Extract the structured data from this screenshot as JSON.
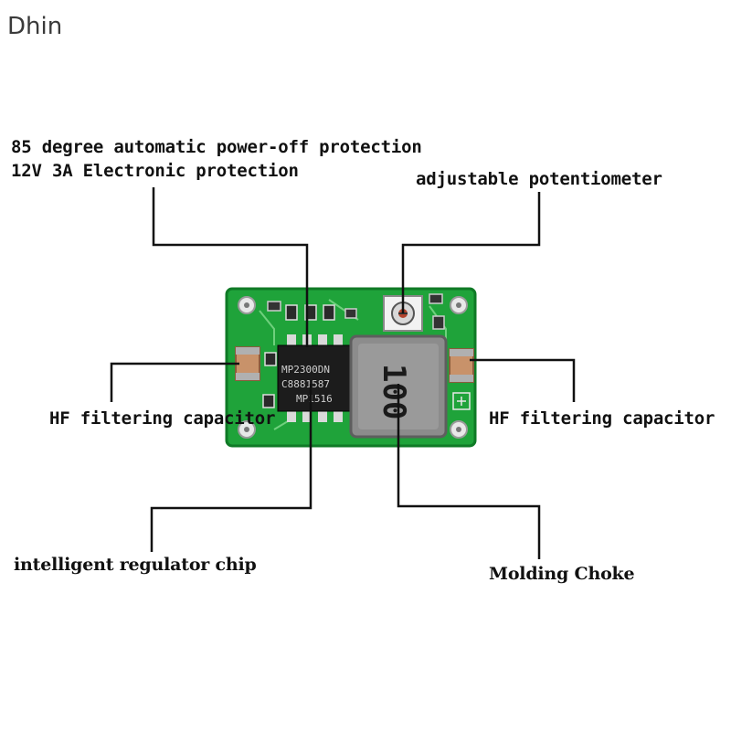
{
  "brand": "Dhin",
  "labels": {
    "protection_line1": "85 degree automatic power-off protection",
    "protection_line2": "12V 3A Electronic protection",
    "potentiometer": "adjustable potentiometer",
    "capacitor_left": "HF filtering capacitor",
    "capacitor_right": "HF filtering capacitor",
    "chip": "intelligent regulator chip",
    "choke": "Molding Choke"
  },
  "board": {
    "chip_marking_1": "MP2300DN",
    "chip_marking_2": "C8881587",
    "chip_marking_3": "MP1516",
    "inductor_marking": "100"
  },
  "colors": {
    "pcb": "#1fa33a",
    "pcb_edge": "#0f7a26",
    "inductor": "#8c8c8c",
    "capacitor": "#c8926a",
    "leader": "#111111"
  }
}
